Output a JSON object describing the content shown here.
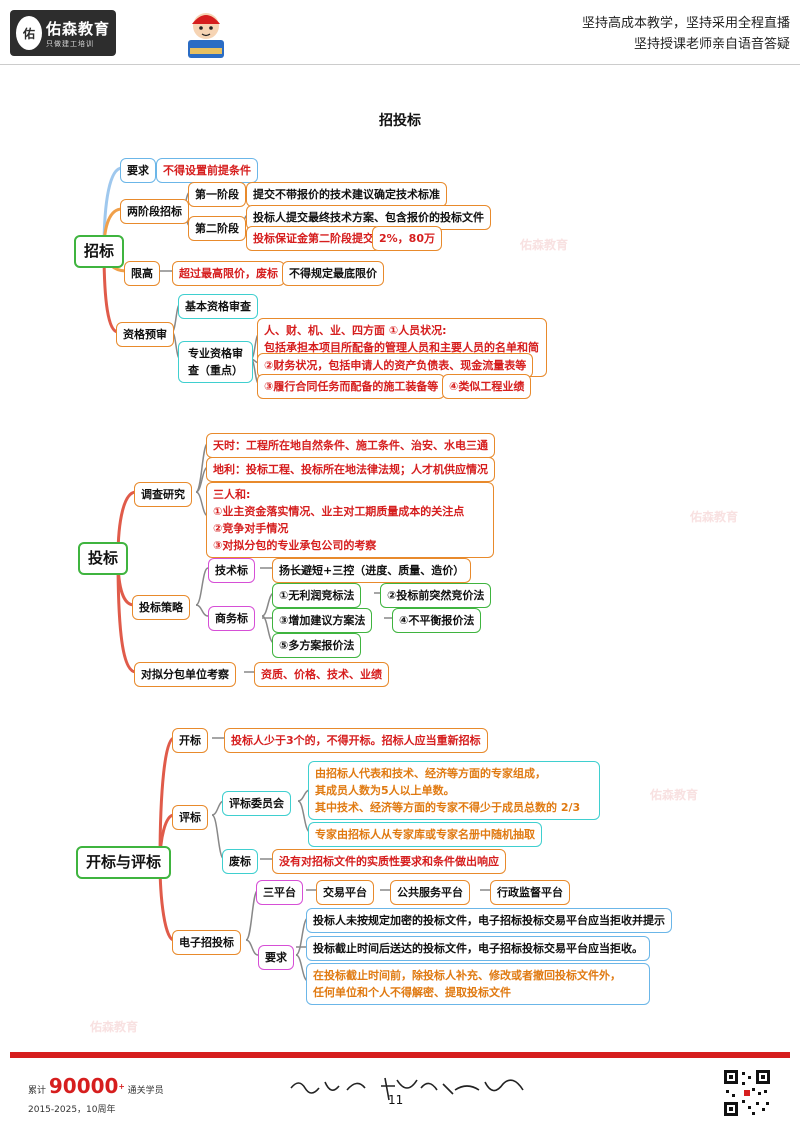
{
  "header": {
    "logo_mark": "佑",
    "logo_name": "佑森教育",
    "logo_sub": "只做建工培训",
    "slogan_line1": "坚持高成本教学，坚持采用全程直播",
    "slogan_line2": "坚持授课老师亲自语音答疑"
  },
  "title": "招投标",
  "sections": {
    "zhaobiao": {
      "root": "招标",
      "yaoqiu": "要求",
      "yaoqiu_1": "不得设置前提条件",
      "liangjieduan": "两阶段招标",
      "stage1": "第一阶段",
      "stage1_1": "提交不带报价的技术建议确定技术标准",
      "stage2": "第二阶段",
      "stage2_1": "投标人提交最终技术方案、包含报价的投标文件",
      "stage2_2": "投标保证金第二阶段提交",
      "stage2_3": "2%，80万",
      "xiangao": "限高",
      "xiangao_1": "超过最高限价，废标",
      "xiangao_2": "不得规定最底限价",
      "zigeyushen": "资格预审",
      "jiben": "基本资格审查",
      "zhuanye": "专业资格审查（重点）",
      "zy_1a": "人、财、机、业、四方面",
      "zy_1b": "①人员状况:",
      "zy_1c": "包括承担本项目所配备的管理人员和主要人员的名单和简历;",
      "zy_2": "②财务状况，包括申请人的资产负债表、现金流量表等",
      "zy_3": "③履行合同任务而配备的施工装备等",
      "zy_4": "④类似工程业绩"
    },
    "toubiao": {
      "root": "投标",
      "diaocha": "调查研究",
      "tianshi": "天时：工程所在地自然条件、施工条件、治安、水电三通",
      "dili": "地利：投标工程、投标所在地法律法规；人才机供应情况",
      "renhe_title": "三人和:",
      "renhe_1": "①业主资金落实情况、业主对工期质量成本的关注点",
      "renhe_2": "②竞争对手情况",
      "renhe_3": "③对拟分包的专业承包公司的考察",
      "celue": "投标策略",
      "jishubiao": "技术标",
      "jishubiao_1": "扬长避短+三控（进度、质量、造价）",
      "shangwubiao": "商务标",
      "sw_1": "①无利润竞标法",
      "sw_2": "②投标前突然竞价法",
      "sw_3": "③增加建议方案法",
      "sw_4": "④不平衡报价法",
      "sw_5": "⑤多方案报价法",
      "fenbao": "对拟分包单位考察",
      "fenbao_1": "资质、价格、技术、业绩"
    },
    "kaibiao": {
      "root": "开标与评标",
      "kaibiao": "开标",
      "kaibiao_1": "投标人少于3个的，不得开标。招标人应当重新招标",
      "pingbiao": "评标",
      "weiyuanhui": "评标委员会",
      "wyh_1a": "由招标人代表和技术、经济等方面的专家组成，",
      "wyh_1b": "其成员人数为5人以上单数。",
      "wyh_1c": "其中技术、经济等方面的专家不得少于成员总数的 2/3",
      "wyh_2": "专家由招标人从专家库或专家名册中随机抽取",
      "feibiao": "废标",
      "feibiao_1": "没有对招标文件的实质性要求和条件做出响应",
      "dianzi": "电子招投标",
      "sanpingtai": "三平台",
      "pt_1": "交易平台",
      "pt_2": "公共服务平台",
      "pt_3": "行政监督平台",
      "dz_yaoqiu": "要求",
      "dz_1": "投标人未按规定加密的投标文件，电子招标投标交易平台应当拒收并提示",
      "dz_2": "投标截止时间后送达的投标文件，电子招标投标交易平台应当拒收。",
      "dz_3a": "在投标截止时间前，除投标人补充、修改或者撤回投标文件外，",
      "dz_3b": "任何单位和个人不得解密、提取投标文件"
    }
  },
  "watermark": {
    "text": "佑森教育"
  },
  "footer": {
    "count_prefix": "累计",
    "count_value": "90000",
    "count_plus": "+",
    "count_suffix": "通关学员",
    "years": "2015-2025，10周年",
    "page_number": "11",
    "signature_alt": "专注专业 精益求精 一届年"
  },
  "colors": {
    "accent_red": "#d61e1e",
    "branch_green": "#3fb43f",
    "branch_orange": "#e88a2c",
    "branch_blue": "#6bb6e8"
  }
}
